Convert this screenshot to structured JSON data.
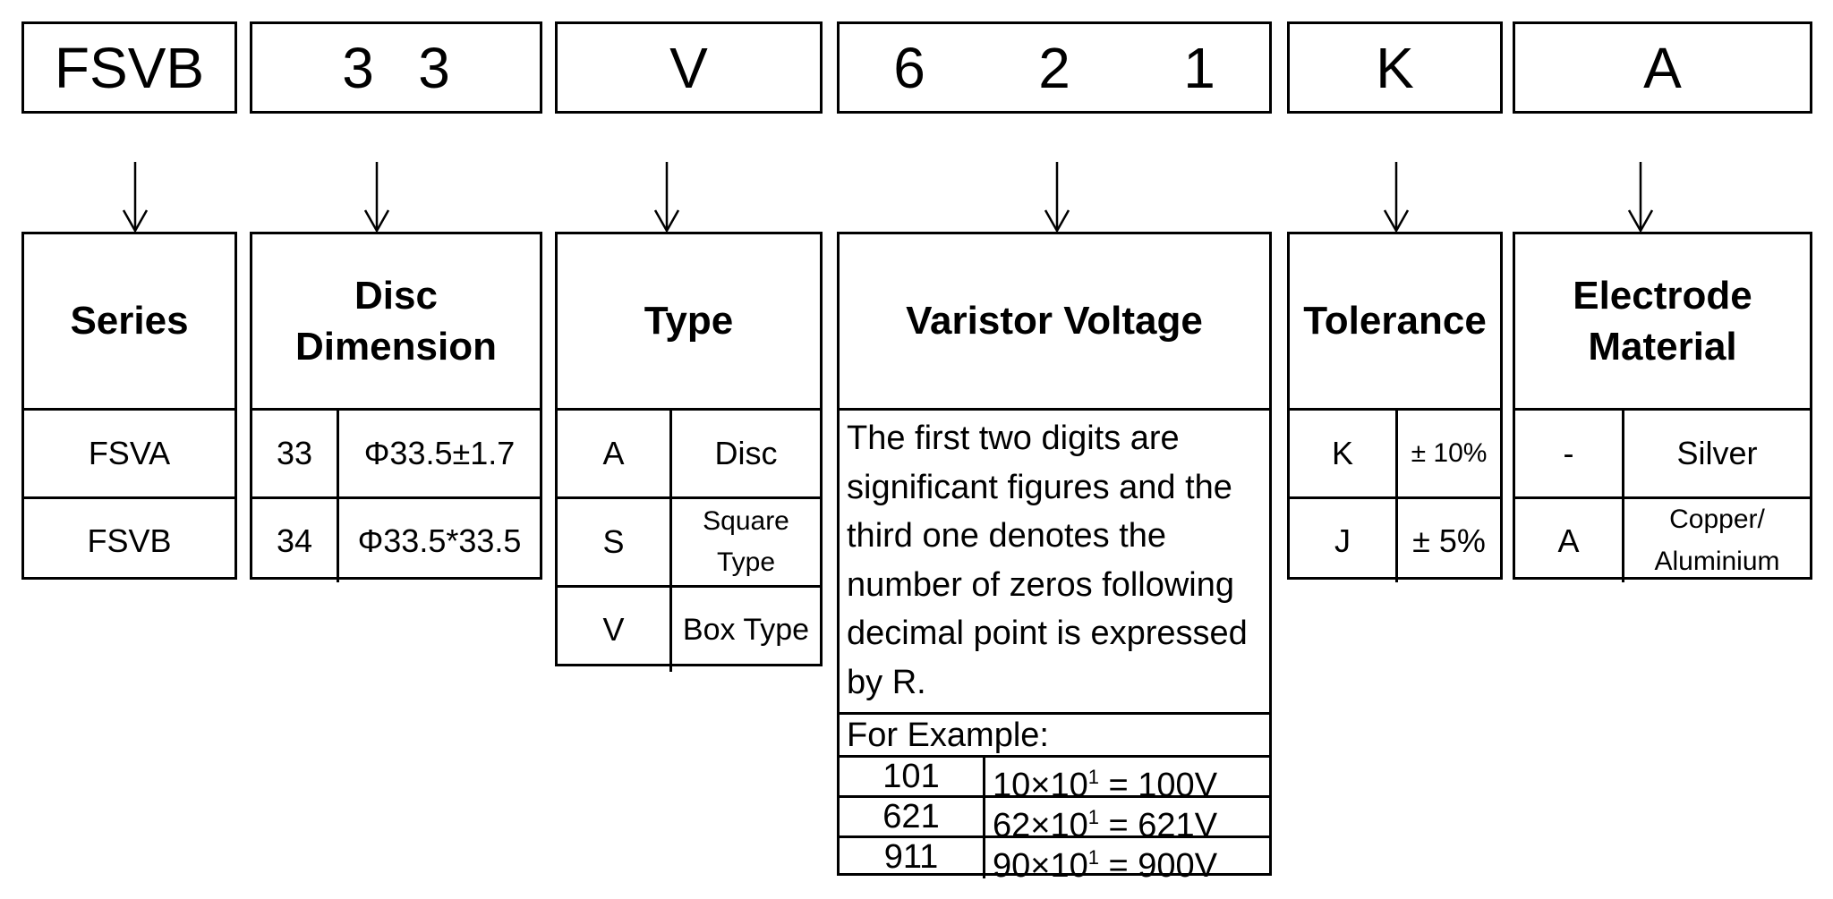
{
  "code": {
    "series": "FSVB",
    "dim_1": "3",
    "dim_2": "3",
    "type": "V",
    "volt_1": "6",
    "volt_2": "2",
    "volt_3": "1",
    "tolerance": "K",
    "electrode": "A"
  },
  "series": {
    "header": "Series",
    "rows": [
      {
        "value": "FSVA"
      },
      {
        "value": "FSVB"
      }
    ]
  },
  "disc": {
    "header_line1": "Disc",
    "header_line2": "Dimension",
    "rows": [
      {
        "code": "33",
        "value": "Φ33.5±1.7"
      },
      {
        "code": "34",
        "value": "Φ33.5*33.5"
      }
    ]
  },
  "type": {
    "header": "Type",
    "rows": [
      {
        "code": "A",
        "value": "Disc"
      },
      {
        "code": "S",
        "value_line1": "Square",
        "value_line2": "Type"
      },
      {
        "code": "V",
        "value": "Box Type"
      }
    ]
  },
  "voltage": {
    "header": "Varistor Voltage",
    "description_lines": [
      "The first two digits are",
      "significant figures and the",
      "third one denotes the",
      "number of zeros following",
      "decimal point is expressed",
      "by R."
    ],
    "example_label": "For Example:",
    "examples": [
      {
        "code": "101",
        "base": "10×10",
        "exp": "1",
        "result": " = 100V"
      },
      {
        "code": "621",
        "base": "62×10",
        "exp": "1",
        "result": " = 621V"
      },
      {
        "code": "911",
        "base": "90×10",
        "exp": "1",
        "result": " = 900V"
      }
    ]
  },
  "tolerance": {
    "header": "Tolerance",
    "rows": [
      {
        "code": "K",
        "value": "± 10%"
      },
      {
        "code": "J",
        "value": "± 5%"
      }
    ]
  },
  "electrode": {
    "header_line1": "Electrode",
    "header_line2": "Material",
    "rows": [
      {
        "code": "-",
        "value": "Silver"
      },
      {
        "code": "A",
        "value_line1": "Copper/",
        "value_line2": "Aluminium"
      }
    ]
  }
}
